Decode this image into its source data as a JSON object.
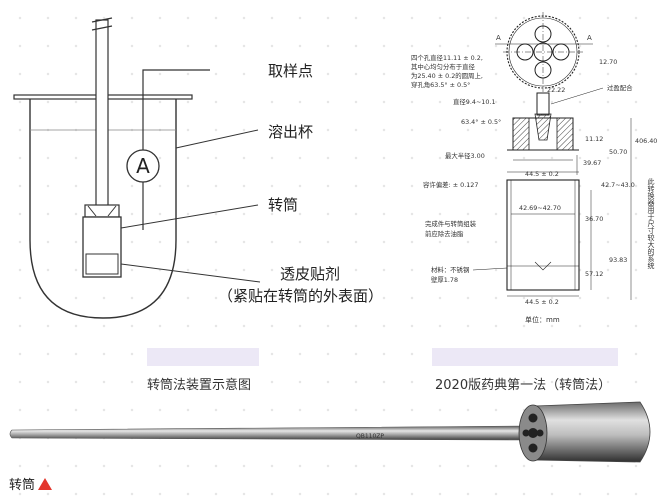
{
  "left_diagram": {
    "meter_symbol": "A",
    "labels": {
      "sampling_point": "取样点",
      "dissolution_vessel": "溶出杯",
      "rotating_cylinder": "转筒",
      "adhesive": "透皮贴剂",
      "adhesive_note": "（紧贴在转筒的外表面）"
    },
    "caption": "转筒法装置示意图"
  },
  "right_diagram": {
    "caption": "2020版药典第一法（转筒法）",
    "section_marks": [
      "A",
      "A"
    ],
    "note_holes": [
      "四个孔直径11.11 ± 0.2,",
      "其中心均匀分布于直径",
      "为25.40 ± 0.2的圆周上,",
      "穿孔角63.5° ± 0.5°"
    ],
    "dims": {
      "d1": "12.70",
      "d2": "22.22",
      "fit": "过盈配合",
      "d3": "直径9.4~10.1",
      "angle": "63.4° ± 0.5°",
      "d4": "11.12",
      "d5": "406.40",
      "d6": "50.70",
      "d7": "最大半径3.00",
      "d8": "39.67",
      "d9": "44.5 ± 0.2",
      "tol": "容许偏差: ± 0.127",
      "d10": "42.7~43.0",
      "d11": "42.69~42.70",
      "d12": "36.70",
      "d13": "93.83",
      "d14": "57.12",
      "d15": "44.5 ± 0.2",
      "note_assembly": [
        "完成件与转筒组装",
        "前应除去油脂"
      ],
      "material": [
        "材料：不锈钢",
        "壁厚1.78"
      ],
      "vertical_note": "此转换器用于尺寸较大的系统",
      "unit": "单位：mm"
    }
  },
  "bottom": {
    "rod_engraving": "QB110ZP",
    "label": "转筒",
    "marker_color": "#e3362d"
  }
}
